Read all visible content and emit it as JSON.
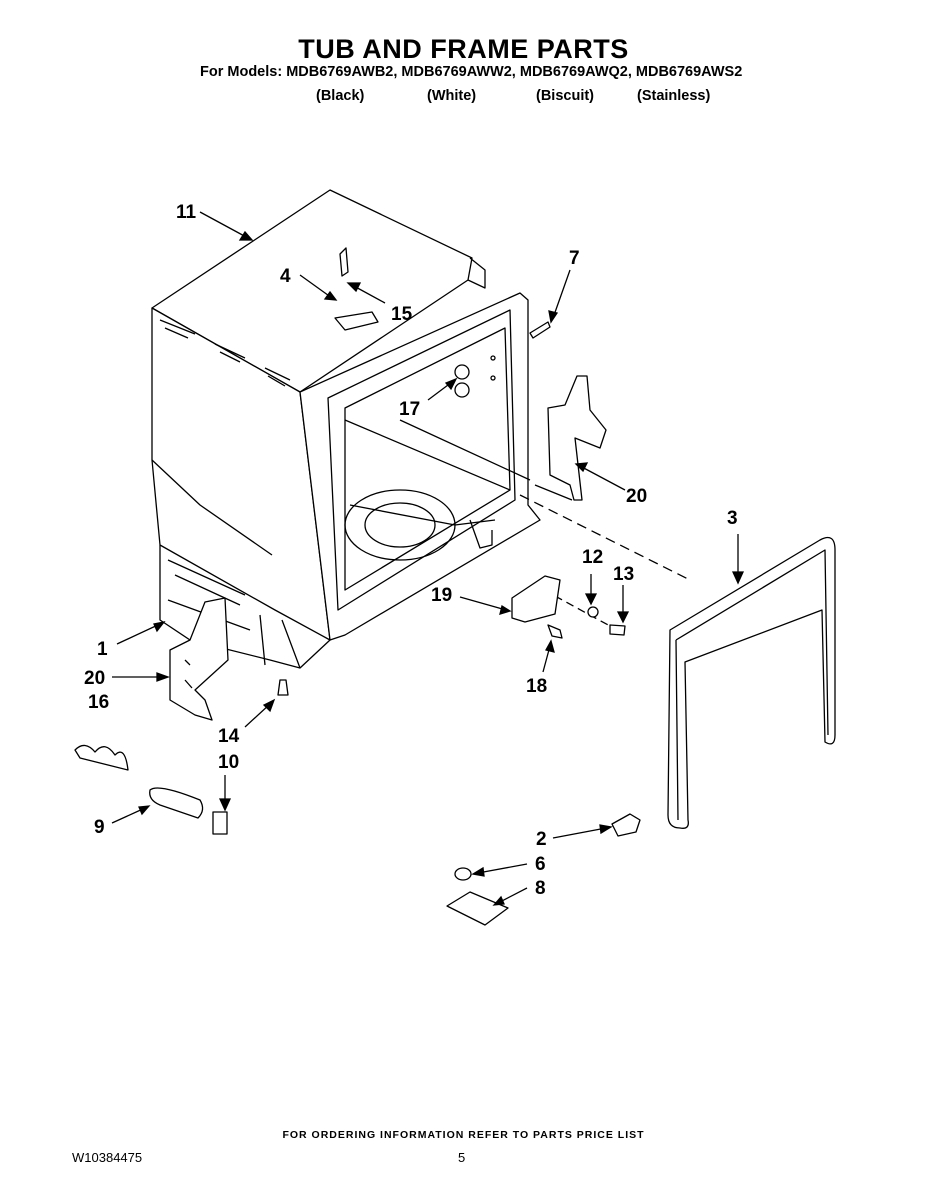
{
  "header": {
    "title": "TUB AND FRAME PARTS",
    "models_line": "For Models: MDB6769AWB2, MDB6769AWW2, MDB6769AWQ2, MDB6769AWS2",
    "colors": [
      "(Black)",
      "(White)",
      "(Biscuit)",
      "(Stainless)"
    ]
  },
  "callouts": {
    "c1": "1",
    "c2": "2",
    "c3": "3",
    "c4": "4",
    "c6": "6",
    "c7": "7",
    "c8": "8",
    "c9": "9",
    "c10": "10",
    "c11": "11",
    "c12": "12",
    "c13": "13",
    "c14": "14",
    "c15": "15",
    "c16": "16",
    "c17": "17",
    "c18": "18",
    "c19": "19",
    "c20a": "20",
    "c20b": "20"
  },
  "footer": {
    "note": "FOR ORDERING INFORMATION REFER TO PARTS PRICE LIST",
    "doc_number": "W10384475",
    "page_number": "5"
  }
}
